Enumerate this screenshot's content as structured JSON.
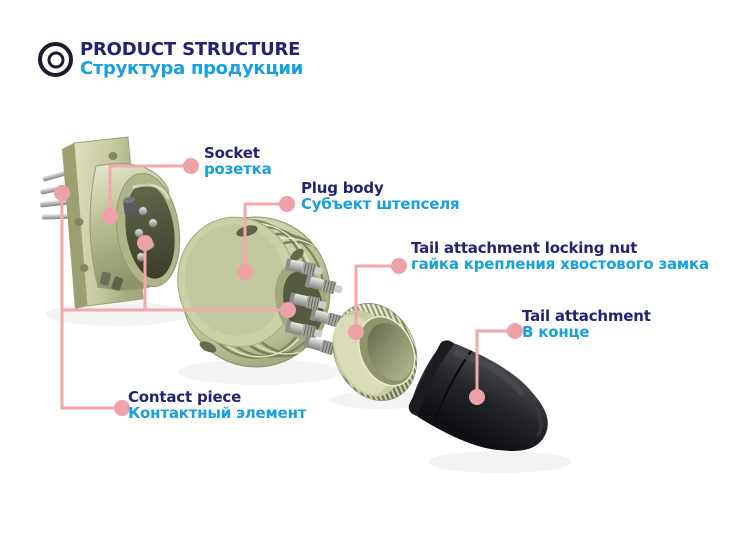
{
  "header": {
    "icon": "concentric-circles-icon",
    "title_en": "PRODUCT STRUCTURE",
    "title_ru": "Структура продукции"
  },
  "labels": {
    "socket": {
      "en": "Socket",
      "ru": "розетка"
    },
    "plug_body": {
      "en": "Plug body",
      "ru": "Субъект штепселя"
    },
    "locking_nut": {
      "en": "Tail attachment locking nut",
      "ru": "гайка крепления хвостового замка"
    },
    "tail": {
      "en": "Tail attachment",
      "ru": "В конце"
    },
    "contact": {
      "en": "Contact piece",
      "ru": "Контактный элемент"
    }
  },
  "colors": {
    "label_en_navy": "#232276",
    "label_ru_azure": "#18a0e0",
    "leader_line_pink": "#f3a9ab",
    "leader_dot_pink": "#eea1a7",
    "metal_olive": "#bcc096",
    "boot_black": "#1d1e21",
    "background": "#ffffff"
  }
}
